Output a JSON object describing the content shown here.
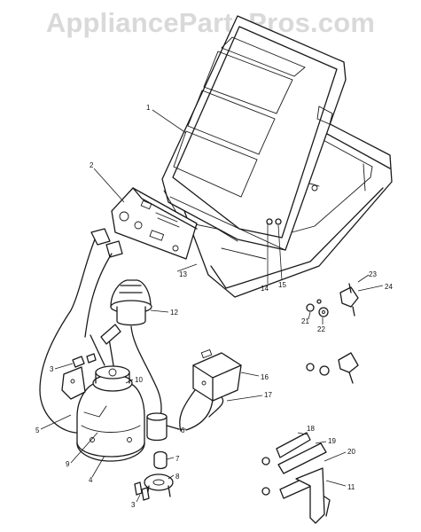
{
  "watermark": "AppliancePartsPros.com",
  "callouts": {
    "c1": "1",
    "c2": "2",
    "c3a": "3",
    "c3b": "3",
    "c4": "4",
    "c5": "5",
    "c6": "6",
    "c7": "7",
    "c8": "8",
    "c9": "9",
    "c10": "10",
    "c11": "11",
    "c12": "12",
    "c13": "13",
    "c14": "14",
    "c15": "15",
    "c16": "16",
    "c17": "17",
    "c18": "18",
    "c19": "19",
    "c20": "20",
    "c21": "21",
    "c22": "22",
    "c23": "23",
    "c24": "24"
  },
  "colors": {
    "ink": "#1a1a1a",
    "watermark": "#d9d9d9",
    "background": "#ffffff"
  }
}
